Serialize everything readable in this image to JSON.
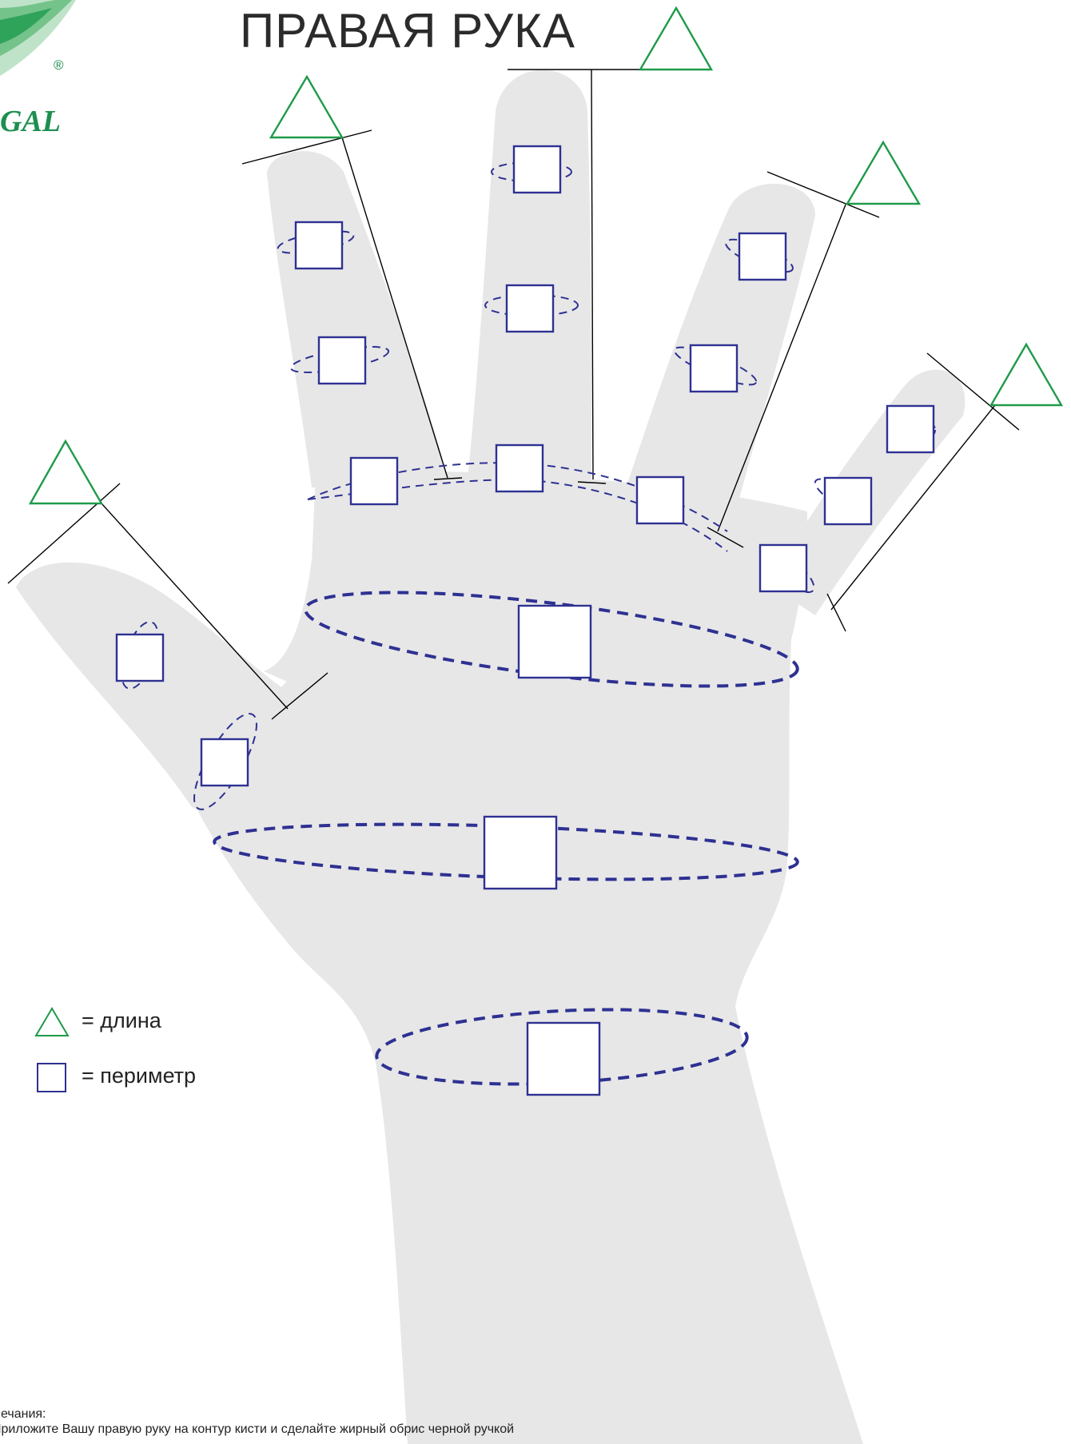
{
  "title": "ПРАВАЯ РУКА",
  "logo": {
    "wordmark": "GAL",
    "registered_mark": "®"
  },
  "legend": {
    "length_label": "= длина",
    "perimeter_label": "= периметр"
  },
  "notes": {
    "heading": "мечания:",
    "line1": "Приложите Вашу правую руку на контур кисти и сделайте жирный обрис черной ручкой"
  },
  "colors": {
    "hand_fill": "#e7e7e8",
    "triangle_stroke": "#1f9a4a",
    "square_stroke": "#2e3191",
    "line_stroke": "#000000",
    "logo_green": "#1d8f4f"
  }
}
